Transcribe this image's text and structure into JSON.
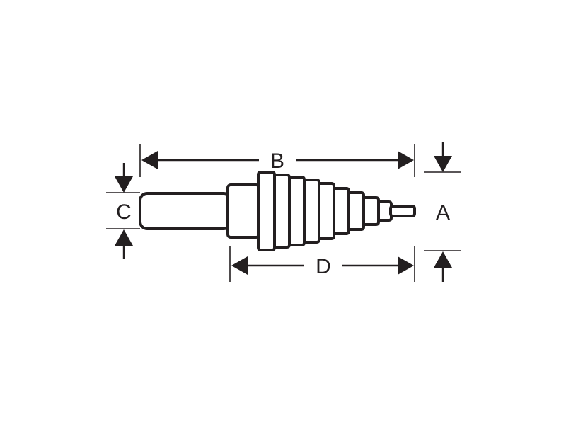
{
  "labels": {
    "a": "A",
    "b": "B",
    "c": "C",
    "d": "D"
  },
  "colors": {
    "line": "#231f20",
    "background": "#ffffff"
  }
}
